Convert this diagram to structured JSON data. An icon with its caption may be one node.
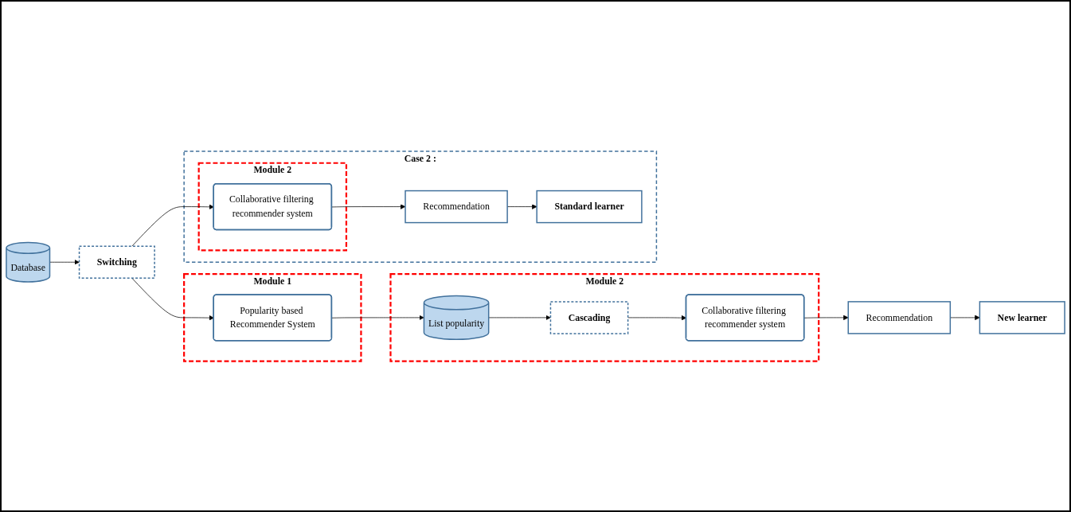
{
  "diagram": {
    "nodes": [
      {
        "text": [
          "Database"
        ]
      },
      {
        "text": [
          "Switching"
        ]
      },
      {
        "text": [
          "Module 1"
        ]
      },
      {
        "text": [
          "Popularity based Recommender System"
        ],
        "in": 2
      },
      {
        "text": [
          "Module 2"
        ]
      },
      {
        "text": [
          "List popularity"
        ],
        "in": 4
      },
      {
        "text": [
          "Cascading"
        ],
        "in": 4
      },
      {
        "text": [
          "Collaborative filtering recommender system"
        ],
        "in": 4
      },
      {
        "text": [
          "Recommendation"
        ]
      },
      {
        "text": [
          "New learner"
        ]
      },
      {
        "text": [
          "Case 2 :"
        ]
      },
      {
        "text": [
          "Module 2"
        ],
        "in": 10
      },
      {
        "text": [
          "Collaborative filtering recommender system"
        ],
        "in": 11
      },
      {
        "text": [
          "Recommendation"
        ],
        "in": 10
      },
      {
        "text": [
          "Standard learner"
        ],
        "in": 10
      }
    ],
    "edges": [
      {
        "from": 0,
        "to": 1,
        "arrow": "to"
      },
      {
        "from": 1,
        "to": 3,
        "arrow": "to"
      },
      {
        "from": 3,
        "to": 5,
        "arrow": "to"
      },
      {
        "from": 5,
        "to": 6,
        "arrow": "to"
      },
      {
        "from": 6,
        "to": 7,
        "arrow": "to"
      },
      {
        "from": 7,
        "to": 8,
        "arrow": "to"
      },
      {
        "from": 8,
        "to": 9,
        "arrow": "to"
      },
      {
        "from": 1,
        "to": 12,
        "arrow": "to"
      },
      {
        "from": 12,
        "to": 13,
        "arrow": "to"
      },
      {
        "from": 13,
        "to": 14,
        "arrow": "to"
      }
    ]
  }
}
